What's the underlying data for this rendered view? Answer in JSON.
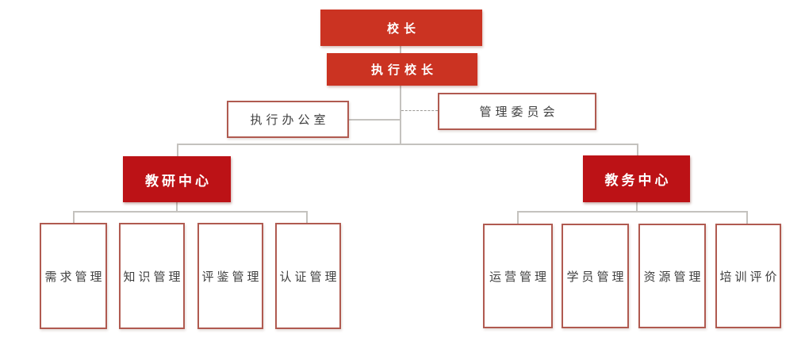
{
  "org_chart": {
    "colors": {
      "top_red": "#cb3322",
      "center_red": "#bc1216",
      "box_border": "#b05a50",
      "box_text": "#3f3f3f",
      "line": "#c4c2be",
      "background": "#ffffff"
    },
    "nodes": {
      "principal": "校长",
      "exec_principal": "执行校长",
      "exec_office": "执行办公室",
      "mgmt_committee": "管理委员会",
      "research_center": "教研中心",
      "academic_center": "教务中心",
      "research_children": [
        "需求管理",
        "知识管理",
        "评鉴管理",
        "认证管理"
      ],
      "academic_children": [
        "运营管理",
        "学员管理",
        "资源管理",
        "培训评价"
      ]
    }
  }
}
